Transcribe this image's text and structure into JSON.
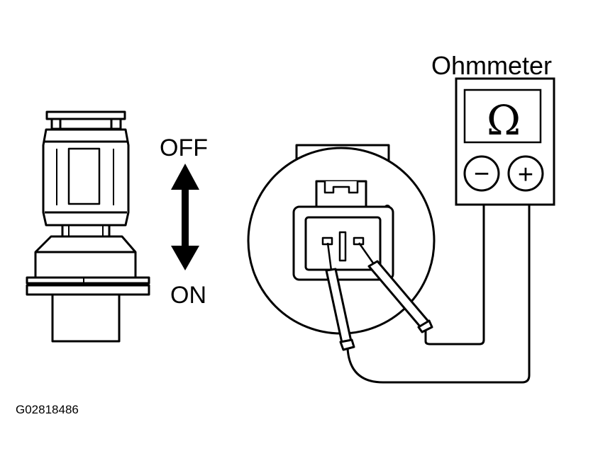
{
  "meter": {
    "title": "Ohmmeter",
    "symbol": "Ω",
    "negative_symbol": "−",
    "positive_symbol": "+"
  },
  "switch": {
    "off_label": "OFF",
    "on_label": "ON"
  },
  "figure_code": "G02818486"
}
